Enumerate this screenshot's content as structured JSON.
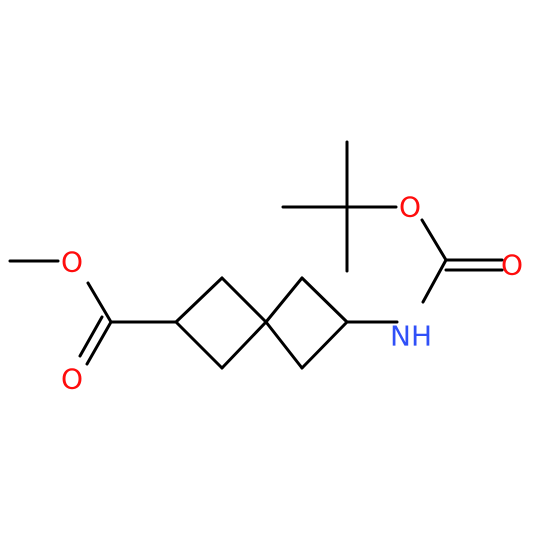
{
  "molecule": {
    "atom_labels": [
      {
        "id": "o-ester-single",
        "text": "O",
        "element": "O"
      },
      {
        "id": "o-ester-carbonyl",
        "text": "O",
        "element": "O"
      },
      {
        "id": "o-carbamate-single",
        "text": "O",
        "element": "O"
      },
      {
        "id": "o-carbamate-carbonyl",
        "text": "O",
        "element": "O"
      },
      {
        "id": "nh",
        "text": "NH",
        "element": "N"
      }
    ],
    "colors": {
      "bond": "#000000",
      "O": "#ff0d0d",
      "N": "#3050f8"
    }
  }
}
